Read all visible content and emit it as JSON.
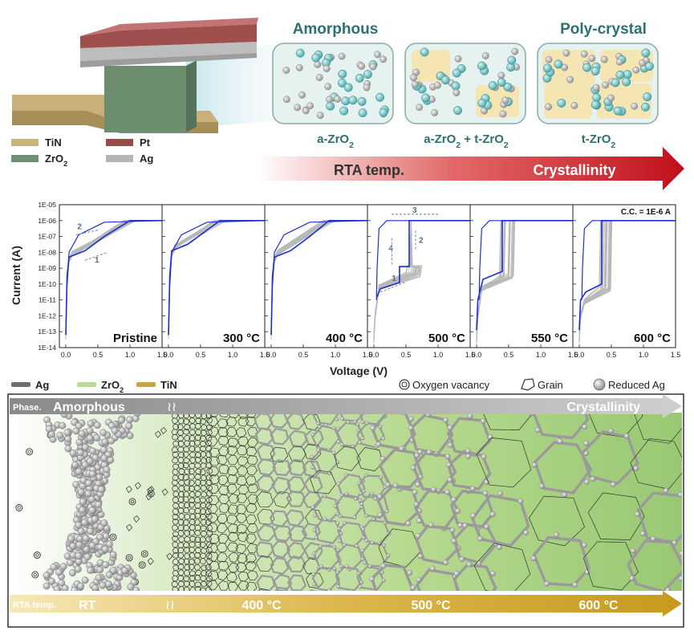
{
  "top": {
    "legend": [
      {
        "name": "TiN",
        "color": "#cdb57a"
      },
      {
        "name": "Pt",
        "color": "#9b4a4a"
      },
      {
        "name": "ZrO2",
        "color": "#6f8f72"
      },
      {
        "name": "Ag",
        "color": "#b5b5b5"
      }
    ],
    "phase_titles": {
      "left": "Amorphous",
      "right": "Poly-crystal"
    },
    "phase_labels": [
      "a-ZrO2",
      "a-ZrO2 + t-ZrO2",
      "t-ZrO2"
    ],
    "arrow": {
      "left_text": "RTA temp.",
      "right_text": "Crystallinity"
    }
  },
  "iv": {
    "ylabel": "Current (A)",
    "xlabel": "Voltage (V)",
    "yticks": [
      "1E-05",
      "1E-06",
      "1E-07",
      "1E-08",
      "1E-09",
      "1E-10",
      "1E-11",
      "1E-12",
      "1E-13",
      "1E-14"
    ],
    "xticks": [
      "0.0",
      "0.5",
      "1.0",
      "1.5"
    ],
    "compliance": "C.C. = 1E-6 A",
    "panels": [
      {
        "label": "Pristine",
        "set_v": 1.0,
        "step_v": null,
        "pre": -7.3,
        "kind": "gradual",
        "annot": [
          "2",
          "1"
        ]
      },
      {
        "label": "300 °C",
        "set_v": 0.8,
        "step_v": null,
        "pre": -6.9,
        "kind": "gradual",
        "annot": []
      },
      {
        "label": "400 °C",
        "set_v": 0.9,
        "step_v": null,
        "pre": -7.3,
        "kind": "gradual",
        "annot": []
      },
      {
        "label": "500 °C",
        "set_v": 0.55,
        "step_v": 0.4,
        "pre": -9.6,
        "kind": "step",
        "annot": [
          "3",
          "2",
          "4",
          "1"
        ]
      },
      {
        "label": "550 °C",
        "set_v": 0.4,
        "step_v": null,
        "pre": -9.7,
        "kind": "abrupt",
        "annot": []
      },
      {
        "label": "600 °C",
        "set_v": 0.35,
        "step_v": null,
        "pre": -10.5,
        "kind": "abrupt",
        "annot": []
      }
    ]
  },
  "bottom": {
    "legend": [
      {
        "name": "Ag",
        "color": "#6f6f6f"
      },
      {
        "name": "ZrO2",
        "color": "#b9d99b"
      },
      {
        "name": "TiN",
        "color": "#c9a440"
      }
    ],
    "symbols": [
      "Oxygen vacancy",
      "Grain",
      "Reduced Ag"
    ],
    "phase_bar": {
      "prefix": "Phase.",
      "left": "Amorphous",
      "right": "Crystallinity"
    },
    "temp_bar": {
      "prefix": "RTA temp.",
      "labels": [
        "RT",
        "400 °C",
        "500 °C",
        "600 °C"
      ]
    }
  }
}
